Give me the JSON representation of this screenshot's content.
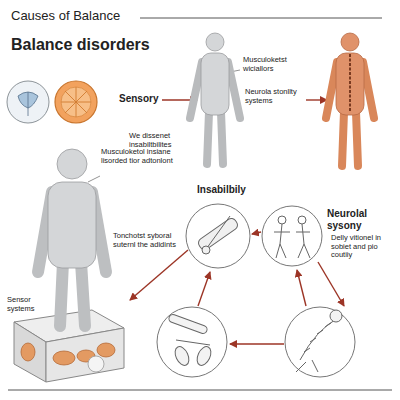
{
  "diagram": {
    "title": "Causes of Balance",
    "labels": [
      "Balance disorders",
      "Sensory",
      "We dissenet insabiltbilites",
      "Musculoketst wiciallors",
      "Neurola stonllty systems",
      "Musculoketol insiane lisorded tior adtonlont",
      "Insabilbily",
      "Neurolal sysony",
      "Delly vitionel in sobiet and pio coutiiy",
      "Tonchotst syboral suternl the adidints",
      "Sensor systems"
    ]
  }
}
